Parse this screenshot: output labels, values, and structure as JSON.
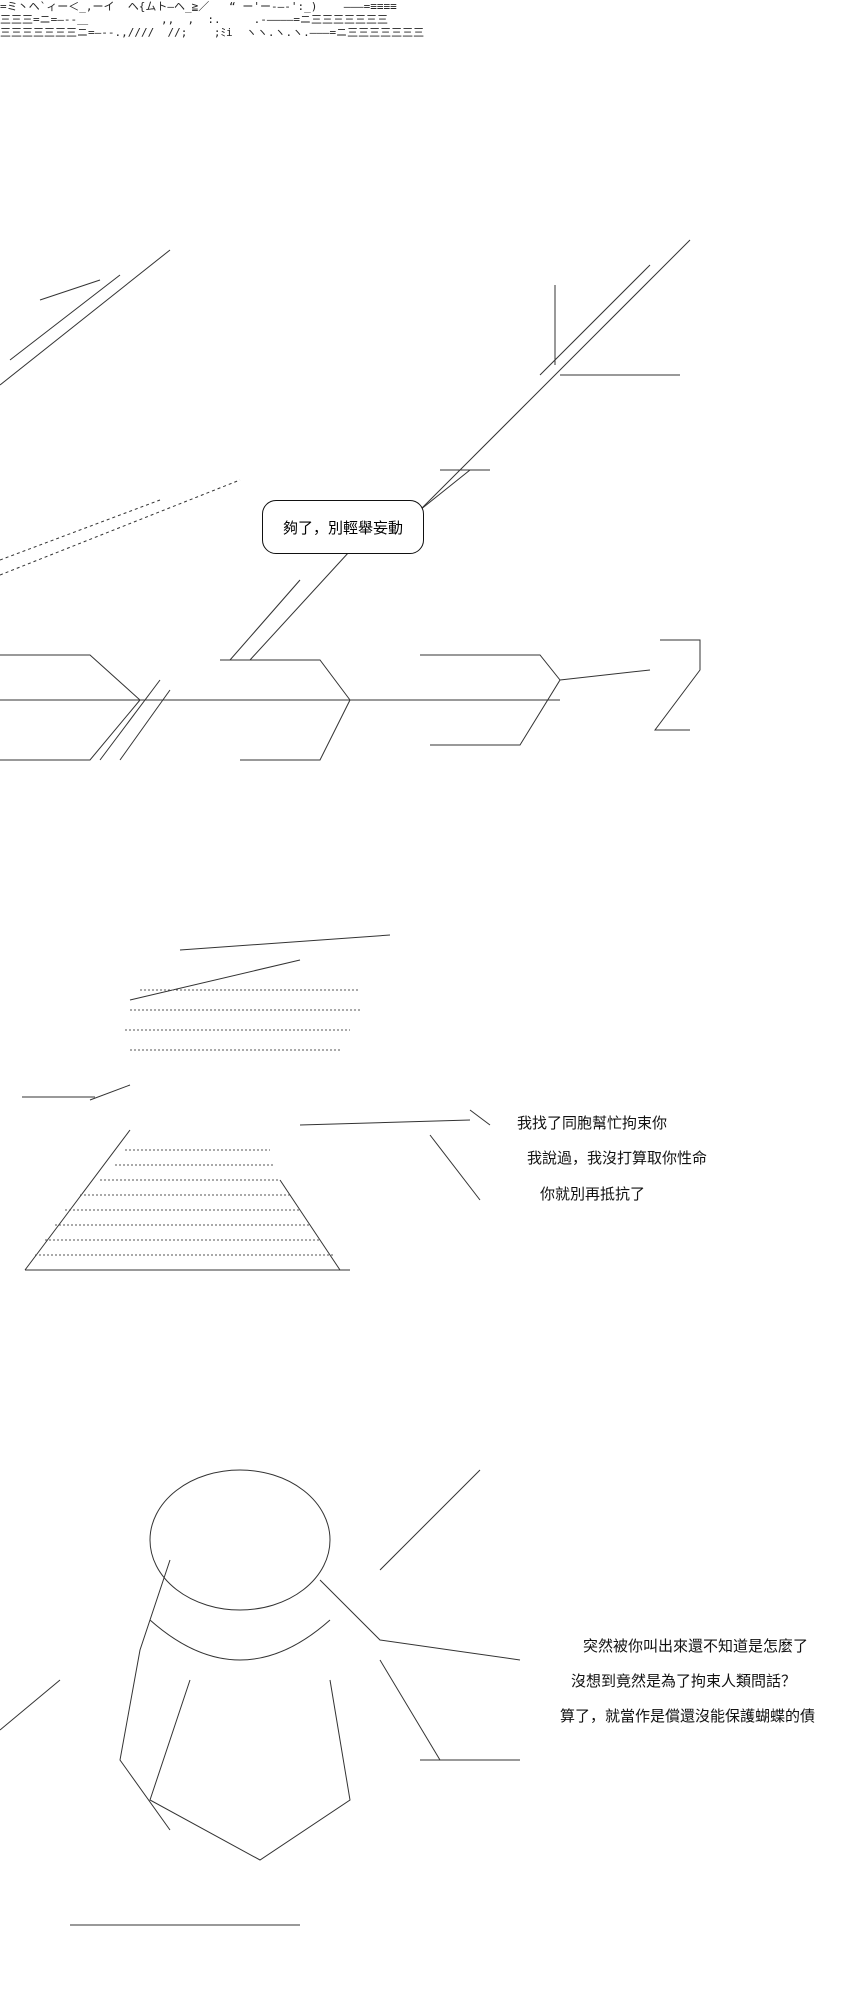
{
  "panel_1": {
    "lines": []
  },
  "panel_2": {
    "bubble_text": "夠了，別輕舉妄動"
  },
  "panel_3": {
    "dialogue": [
      "我找了同胞幫忙拘束你",
      "我說過，我沒打算取你性命",
      "你就別再抵抗了"
    ]
  },
  "panel_4": {
    "dialogue": [
      "突然被你叫出來還不知道是怎麼了",
      "沒想到竟然是為了拘束人類問話？",
      "算了，就當作是償還沒能保護蝴蝶的債"
    ]
  }
}
